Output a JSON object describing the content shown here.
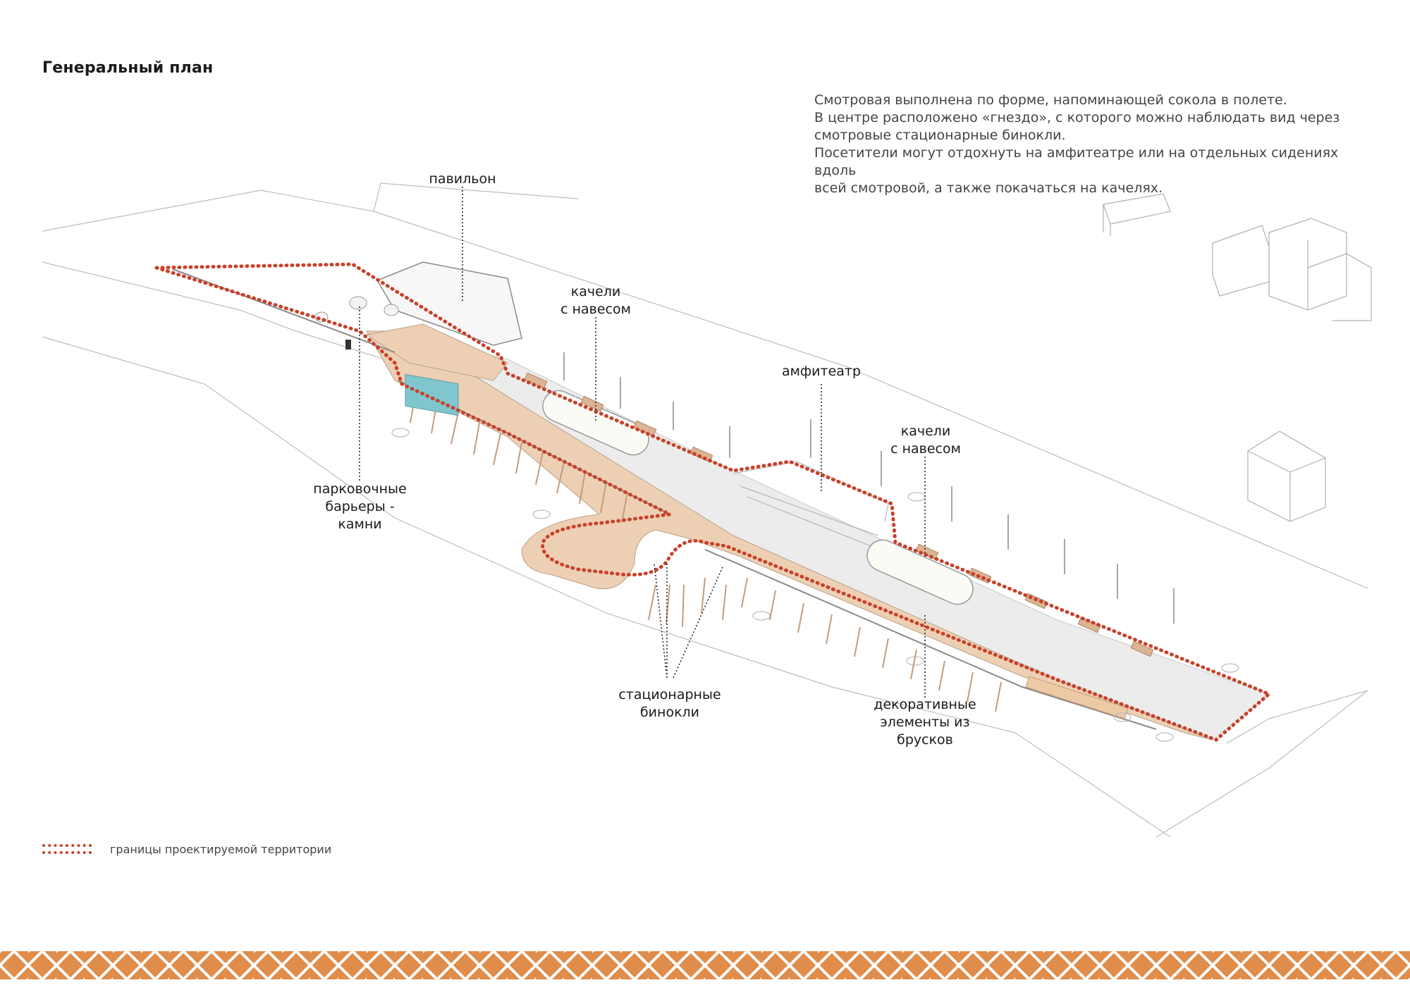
{
  "title": "Генеральный план",
  "description": [
    "Смотровая выполнена по форме, напоминающей сокола в полете.",
    "В центре расположено «гнездо», с которого можно наблюдать вид через",
    "смотровые стационарные бинокли.",
    "Посетители могут отдохнуть на амфитеатре или на отдельных сидениях вдоль",
    "всей смотровой, а также покачаться на качелях."
  ],
  "labels": {
    "pavilion": [
      "павильон"
    ],
    "swings_1": [
      "качели",
      "с навесом"
    ],
    "amphitheater": [
      "амфитеатр"
    ],
    "swings_2": [
      "качели",
      "с навесом"
    ],
    "parking_barriers": [
      "парковочные",
      "барьеры -",
      "камни"
    ],
    "binoculars": [
      "стационарные",
      "бинокли"
    ],
    "decorative": [
      "декоративные",
      "элементы из",
      "брусков"
    ]
  },
  "legend": {
    "boundary_label": "границы проектируемой территории"
  },
  "colors": {
    "boundary": "#c8402a",
    "deck": "#edd0b3",
    "paving": "#ececec",
    "band": "#e08c4a",
    "glass": "#7fc6cf",
    "line": "#9a9a9a"
  }
}
